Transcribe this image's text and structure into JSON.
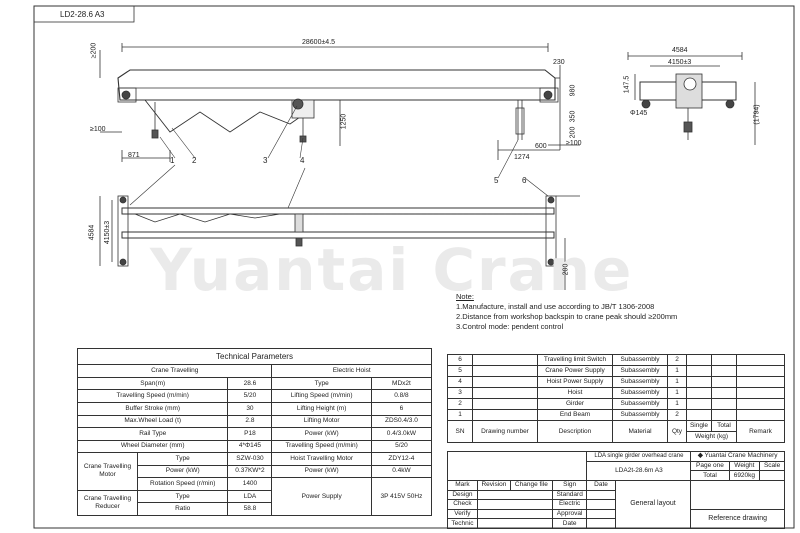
{
  "frame_label": "LD2-28.6 A3",
  "watermark": "Yuantai Crane",
  "dimensions": {
    "span": "28600±4.5",
    "left_offset": "871",
    "gt100_left": "≥100",
    "gt200_top": "≥200",
    "d230": "230",
    "d1250": "1250",
    "d980": "980",
    "d350": "350",
    "d200": "200",
    "d600": "600",
    "d1274": "1274",
    "gt100_right": "≥100",
    "d4584": "4584",
    "d4150": "4150±3",
    "plan_4584": "4584",
    "plan_4150": "4150±3",
    "plan_200": "200",
    "side_4584": "4584",
    "side_4150": "4150±3",
    "side_147": "147.5",
    "side_wheel": "Φ145",
    "side_1794": "(1794)"
  },
  "callouts": [
    "1",
    "2",
    "3",
    "4",
    "5",
    "6"
  ],
  "notes": {
    "title": "Note:",
    "lines": [
      "1.Manufacture, install and use according to JB/T 1306-2008",
      "2.Distance from workshop backspin to crane peak should ≥200mm",
      "3.Control mode: pendent control"
    ]
  },
  "tech": {
    "title": "Technical Parameters",
    "crane_travelling": "Crane Travelling",
    "electric_hoist": "Electric Hoist",
    "rows": {
      "span_l": "Span(m)",
      "span_v": "28.6",
      "speed_l": "Travelling Speed (m/min)",
      "speed_v": "5/20",
      "buffer_l": "Buffer Stroke (mm)",
      "buffer_v": "30",
      "wheel_load_l": "Max.Wheel Load (t)",
      "wheel_load_v": "2.8",
      "rail_l": "Rail Type",
      "rail_v": "P18",
      "wheel_dia_l": "Wheel Diameter (mm)",
      "wheel_dia_v": "4*Φ145",
      "motor_l": "Crane Travelling Motor",
      "type_l": "Type",
      "motor_type_v": "SZW-030",
      "power_l": "Power (kW)",
      "motor_power_v": "0.37KW*2",
      "rot_l": "Rotation Speed (r/min)",
      "rot_v": "1400",
      "reducer_l": "Crane Travelling Reducer",
      "red_type_l": "Type",
      "red_type_v": "LDA",
      "ratio_l": "Ratio",
      "ratio_v": "58.8",
      "h_type_l": "Type",
      "h_type_v": "MDx2t",
      "h_lift_speed_l": "Lifting Speed (m/min)",
      "h_lift_speed_v": "0.8/8",
      "h_lift_height_l": "Lifting Height (m)",
      "h_lift_height_v": "6",
      "h_lift_motor_l": "Lifting Motor",
      "h_lm_type_l": "Type",
      "h_lm_type_v": "ZDS0.4/3.0",
      "h_lm_power_l": "Power (kW)",
      "h_lm_power_v": "0.4/3.0kW",
      "h_trav_speed_l": "Travelling Speed (m/min)",
      "h_trav_speed_v": "5/20",
      "h_trav_motor_l": "Hoist Travelling Motor",
      "h_tm_type_l": "Type",
      "h_tm_type_v": "ZDY12-4",
      "h_tm_power_l": "Power (kW)",
      "h_tm_power_v": "0.4kW",
      "psu_l": "Power Supply",
      "psu_v": "3P 415V 50Hz"
    }
  },
  "parts": {
    "rows": [
      {
        "sn": "6",
        "desc": "Travelling limit Switch",
        "mat": "Subassembly",
        "qty": "2"
      },
      {
        "sn": "5",
        "desc": "Crane Power Supply",
        "mat": "Subassembly",
        "qty": "1"
      },
      {
        "sn": "4",
        "desc": "Hoist Power Supply",
        "mat": "Subassembly",
        "qty": "1"
      },
      {
        "sn": "3",
        "desc": "Hoist",
        "mat": "Subassembly",
        "qty": "1"
      },
      {
        "sn": "2",
        "desc": "Girder",
        "mat": "Subassembly",
        "qty": "1"
      },
      {
        "sn": "1",
        "desc": "End Beam",
        "mat": "Subassembly",
        "qty": "2"
      }
    ],
    "header": {
      "sn": "SN",
      "drawing": "Drawing number",
      "desc": "Description",
      "mat": "Material",
      "qty": "Qty",
      "single": "Single",
      "total": "Total",
      "weight": "Weight (kg)",
      "remark": "Remark"
    }
  },
  "titleblock": {
    "product": "LDA single girder overhead crane",
    "company": "Yuantai Crane Machinery",
    "model": "LDA2t-28.6m A3",
    "mark": "Mark",
    "revision": "Revision",
    "change_file": "Change file",
    "sign": "Sign",
    "date": "Date",
    "design": "Design",
    "standard": "Standard",
    "check": "Check",
    "electric": "Electric",
    "verify": "Verify",
    "approval": "Approval",
    "technic": "Technic",
    "date2": "Date",
    "page": "Page one",
    "weight": "Weight",
    "scale": "Scale",
    "total": "Total",
    "total_weight": "6920kg",
    "general_layout": "General layout",
    "reference": "Reference drawing"
  }
}
